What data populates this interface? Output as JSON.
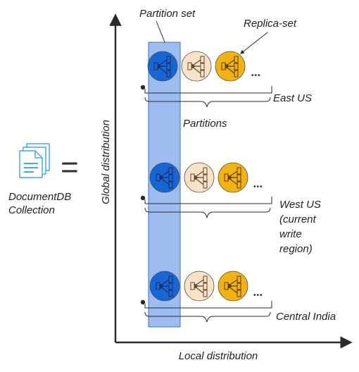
{
  "labels": {
    "partition_set": "Partition set",
    "replica_set": "Replica-set",
    "partitions": "Partitions",
    "global_distribution": "Global distribution",
    "local_distribution": "Local distribution",
    "collection_line1": "DocumentDB",
    "collection_line2": "Collection",
    "equals": "="
  },
  "regions": [
    {
      "id": "east-us",
      "lines": [
        "East US"
      ]
    },
    {
      "id": "west-us",
      "lines": [
        "West US",
        "(current",
        "write",
        "region)"
      ]
    },
    {
      "id": "central-india",
      "lines": [
        "Central India"
      ]
    }
  ],
  "ellipsis": "•••",
  "colors": {
    "primary": "#1766d6",
    "secondary": "#fae2c6",
    "tertiary": "#f2b310",
    "partition_band": "#9dbcef",
    "axis": "#2a2a2a",
    "icon": "#4aa8e6"
  }
}
